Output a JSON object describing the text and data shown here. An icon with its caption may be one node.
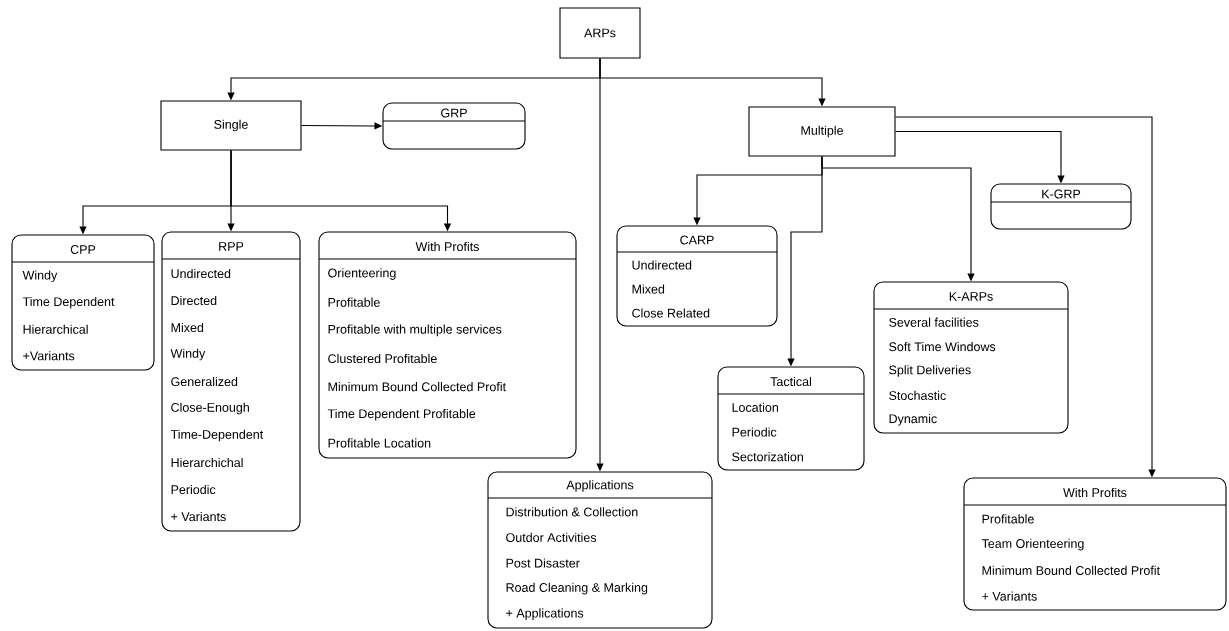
{
  "diagram": {
    "nodes": [
      {
        "text": [
          "ARPs"
        ]
      },
      {
        "text": [
          "Single"
        ]
      },
      {
        "text": [
          "GRP"
        ]
      },
      {
        "text": [
          "Multiple"
        ]
      },
      {
        "text": [
          "K-GRP"
        ]
      },
      {
        "text": [
          "CPP",
          "Windy",
          "Time Dependent",
          "Hierarchical",
          "+Variants"
        ]
      },
      {
        "text": [
          "RPP",
          "Undirected",
          "Directed",
          "Mixed",
          "Windy",
          "Generalized",
          "Close-Enough",
          "Time-Dependent",
          "Hierarchichal",
          "Periodic",
          "+ Variants"
        ]
      },
      {
        "text": [
          "With Profits",
          "Orienteering",
          "Profitable",
          "Profitable with multiple services",
          "Clustered Profitable",
          "Minimum Bound Collected Profit",
          "Time Dependent Profitable",
          "Profitable Location"
        ]
      },
      {
        "text": [
          "CARP",
          "Undirected",
          "Mixed",
          "Close Related"
        ]
      },
      {
        "text": [
          "K-ARPs",
          "Several facilities",
          "Soft Time Windows",
          "Split Deliveries",
          "Stochastic",
          "Dynamic"
        ]
      },
      {
        "text": [
          "Tactical",
          "Location",
          "Periodic",
          "Sectorization"
        ]
      },
      {
        "text": [
          "Applications",
          "Distribution & Collection",
          "Outdor Activities",
          "Post Disaster",
          "Road Cleaning & Marking",
          "+ Applications"
        ]
      },
      {
        "text": [
          "With Profits",
          "Profitable",
          "Team Orienteering",
          "Minimum Bound  Collected Profit",
          "+ Variants"
        ]
      }
    ],
    "edges": [
      {
        "from": 0,
        "to": 1,
        "arrow": "to"
      },
      {
        "from": 0,
        "to": 3,
        "arrow": "to"
      },
      {
        "from": 0,
        "to": 11,
        "arrow": "to"
      },
      {
        "from": 1,
        "to": 2,
        "arrow": "to"
      },
      {
        "from": 1,
        "to": 5,
        "arrow": "to"
      },
      {
        "from": 1,
        "to": 6,
        "arrow": "to"
      },
      {
        "from": 1,
        "to": 7,
        "arrow": "to"
      },
      {
        "from": 3,
        "to": 4,
        "arrow": "to"
      },
      {
        "from": 3,
        "to": 8,
        "arrow": "to"
      },
      {
        "from": 3,
        "to": 10,
        "arrow": "to"
      },
      {
        "from": 3,
        "to": 9,
        "arrow": "to"
      },
      {
        "from": 3,
        "to": 12,
        "arrow": "to"
      }
    ]
  }
}
